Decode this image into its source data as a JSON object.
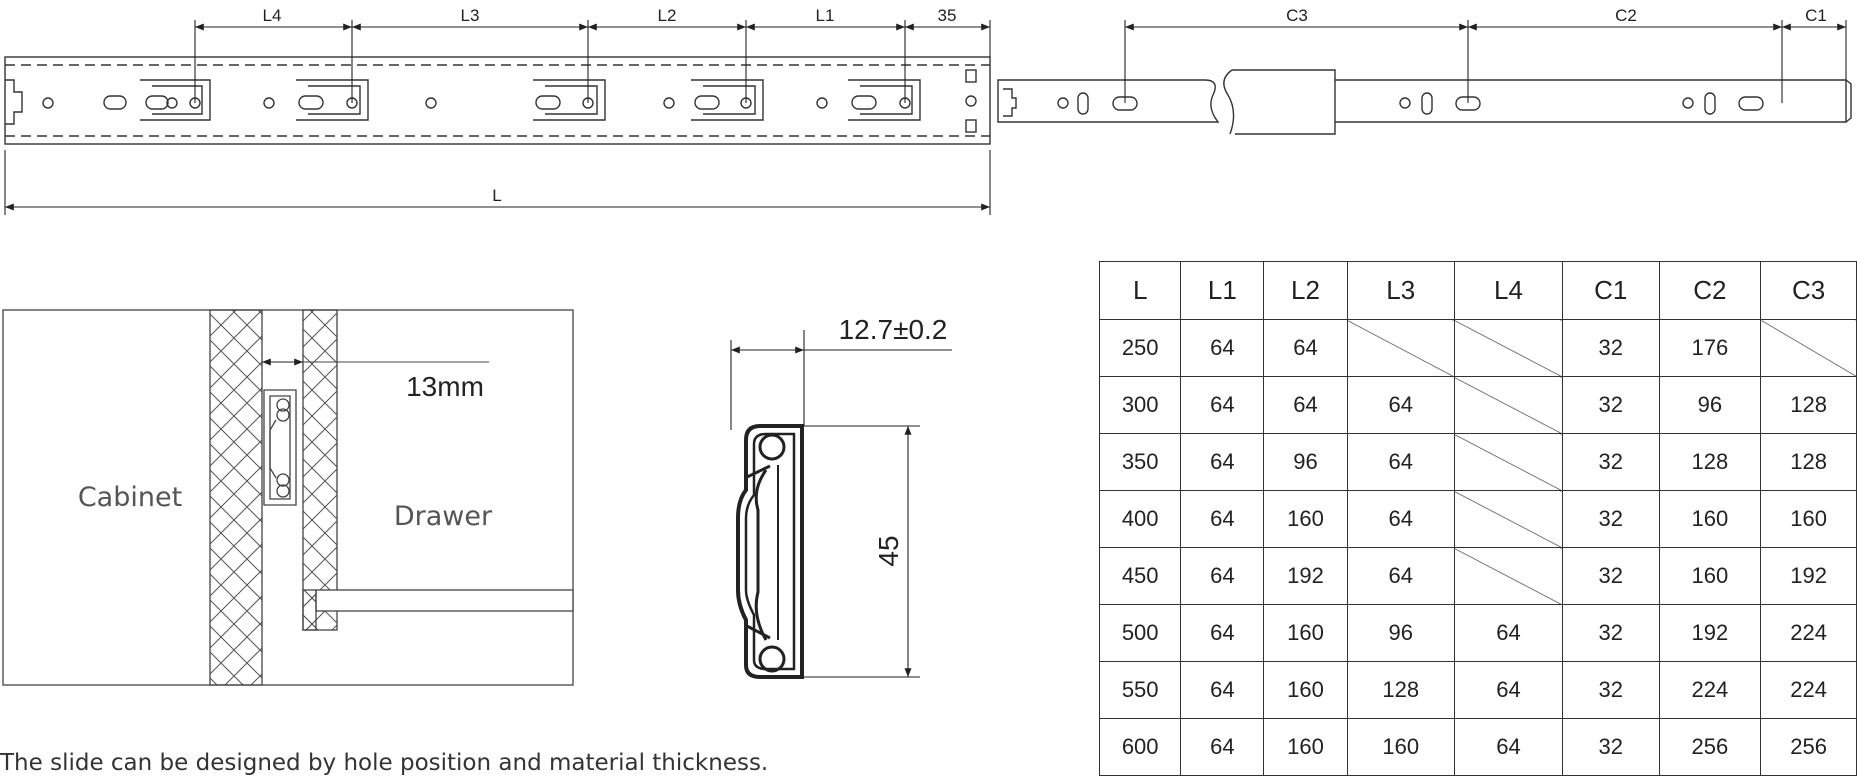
{
  "top_view": {
    "fixed_member_dims": [
      "L4",
      "L3",
      "L2",
      "L1",
      "35"
    ],
    "overall_dim": "L",
    "moving_member_dims": [
      "C3",
      "C2",
      "C1"
    ]
  },
  "section_view": {
    "cabinet_label": "Cabinet",
    "drawer_label": "Drawer",
    "gap_label": "13mm"
  },
  "profile_view": {
    "width_label": "12.7±0.2",
    "height_label": "45"
  },
  "table": {
    "headers": [
      "L",
      "L1",
      "L2",
      "L3",
      "L4",
      "C1",
      "C2",
      "C3"
    ],
    "rows": [
      [
        "250",
        "64",
        "64",
        "",
        "",
        "32",
        "176",
        ""
      ],
      [
        "300",
        "64",
        "64",
        "64",
        "",
        "32",
        "96",
        "128"
      ],
      [
        "350",
        "64",
        "96",
        "64",
        "",
        "32",
        "128",
        "128"
      ],
      [
        "400",
        "64",
        "160",
        "64",
        "",
        "32",
        "160",
        "160"
      ],
      [
        "450",
        "64",
        "192",
        "64",
        "",
        "32",
        "160",
        "192"
      ],
      [
        "500",
        "64",
        "160",
        "96",
        "64",
        "32",
        "192",
        "224"
      ],
      [
        "550",
        "64",
        "160",
        "128",
        "64",
        "32",
        "224",
        "224"
      ],
      [
        "600",
        "64",
        "160",
        "160",
        "64",
        "32",
        "256",
        "256"
      ]
    ]
  },
  "caption": "The slide can be designed by hole position and material thickness."
}
